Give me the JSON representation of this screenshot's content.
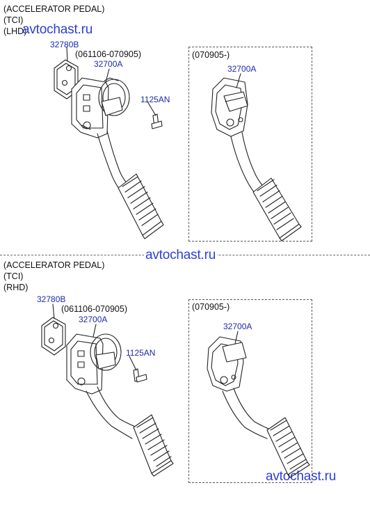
{
  "watermark": "avtochast.ru",
  "section_lhd": {
    "title_line1": "(ACCELERATOR PEDAL)",
    "title_line2": "(TCI)",
    "title_line3": "(LHD)",
    "part_32780b": "32780B",
    "date_range_left": "(061106-070905)",
    "part_32700a_left": "32700A",
    "part_1125an": "1125AN",
    "box_date": "(070905-)",
    "part_32700a_right": "32700A"
  },
  "section_rhd": {
    "title_line1": "(ACCELERATOR PEDAL)",
    "title_line2": "(TCI)",
    "title_line3": "(RHD)",
    "part_32780b": "32780B",
    "date_range_left": "(061106-070905)",
    "part_32700a_left": "32700A",
    "part_1125an": "1125AN",
    "box_date": "(070905-)",
    "part_32700a_right": "32700A"
  },
  "colors": {
    "label_blue": "#1a2aa8",
    "watermark_blue": "#2b3fd6",
    "line": "#222222"
  }
}
